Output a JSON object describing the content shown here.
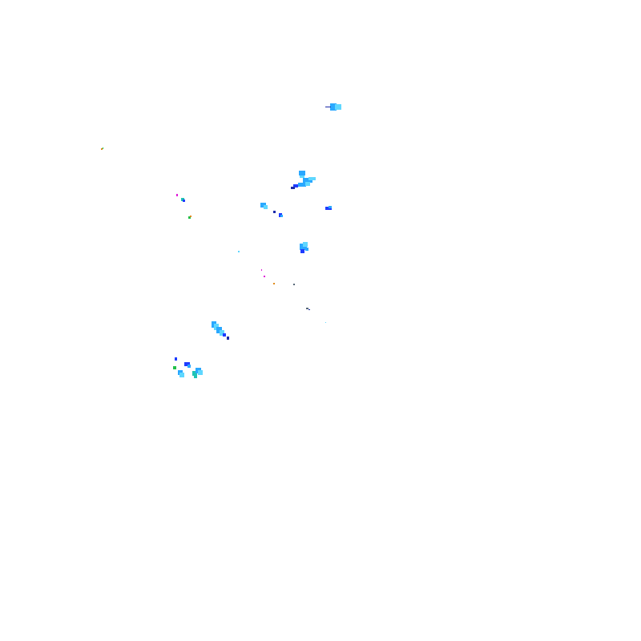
{
  "map": {
    "background_color": "#ffffff",
    "palette": {
      "light_cyan": "#5fd7ff",
      "cyan": "#2aa8ff",
      "deep_blue": "#1e3cff",
      "navy": "#1b2aa8",
      "green": "#22c04a",
      "teal": "#1fc3b5",
      "magenta": "#e01ad8",
      "orange": "#e08a1a",
      "slate": "#556677"
    },
    "echo_cells": [
      {
        "name": "echo-cell-north",
        "color": "cyan"
      },
      {
        "name": "echo-cell-central-upper",
        "color": "cyan"
      },
      {
        "name": "echo-cell-central-mid",
        "color": "cyan"
      },
      {
        "name": "echo-cell-west-pair",
        "color": "cyan"
      },
      {
        "name": "echo-cell-southwest",
        "color": "cyan"
      },
      {
        "name": "echo-cell-south-cluster",
        "color": "teal"
      }
    ]
  }
}
